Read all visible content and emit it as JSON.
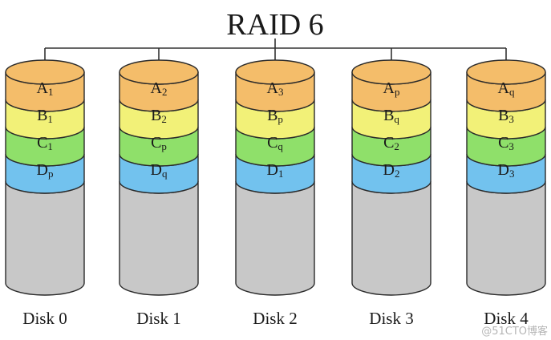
{
  "title": "RAID 6",
  "colors": {
    "A": "#f4bd6a",
    "B": "#f2f178",
    "C": "#8fe06a",
    "D": "#72c2ee",
    "empty": "#c8c8c8",
    "outline": "#2a2a2a"
  },
  "disks": [
    {
      "label": "Disk 0",
      "blocks": [
        {
          "row": "A",
          "base": "A",
          "sub": "1"
        },
        {
          "row": "B",
          "base": "B",
          "sub": "1"
        },
        {
          "row": "C",
          "base": "C",
          "sub": "1"
        },
        {
          "row": "D",
          "base": "D",
          "sub": "p"
        }
      ]
    },
    {
      "label": "Disk 1",
      "blocks": [
        {
          "row": "A",
          "base": "A",
          "sub": "2"
        },
        {
          "row": "B",
          "base": "B",
          "sub": "2"
        },
        {
          "row": "C",
          "base": "C",
          "sub": "p"
        },
        {
          "row": "D",
          "base": "D",
          "sub": "q"
        }
      ]
    },
    {
      "label": "Disk 2",
      "blocks": [
        {
          "row": "A",
          "base": "A",
          "sub": "3"
        },
        {
          "row": "B",
          "base": "B",
          "sub": "p"
        },
        {
          "row": "C",
          "base": "C",
          "sub": "q"
        },
        {
          "row": "D",
          "base": "D",
          "sub": "1"
        }
      ]
    },
    {
      "label": "Disk 3",
      "blocks": [
        {
          "row": "A",
          "base": "A",
          "sub": "p"
        },
        {
          "row": "B",
          "base": "B",
          "sub": "q"
        },
        {
          "row": "C",
          "base": "C",
          "sub": "2"
        },
        {
          "row": "D",
          "base": "D",
          "sub": "2"
        }
      ]
    },
    {
      "label": "Disk 4",
      "blocks": [
        {
          "row": "A",
          "base": "A",
          "sub": "q"
        },
        {
          "row": "B",
          "base": "B",
          "sub": "3"
        },
        {
          "row": "C",
          "base": "C",
          "sub": "3"
        },
        {
          "row": "D",
          "base": "D",
          "sub": "3"
        }
      ]
    }
  ],
  "watermark": "@51CTO博客"
}
